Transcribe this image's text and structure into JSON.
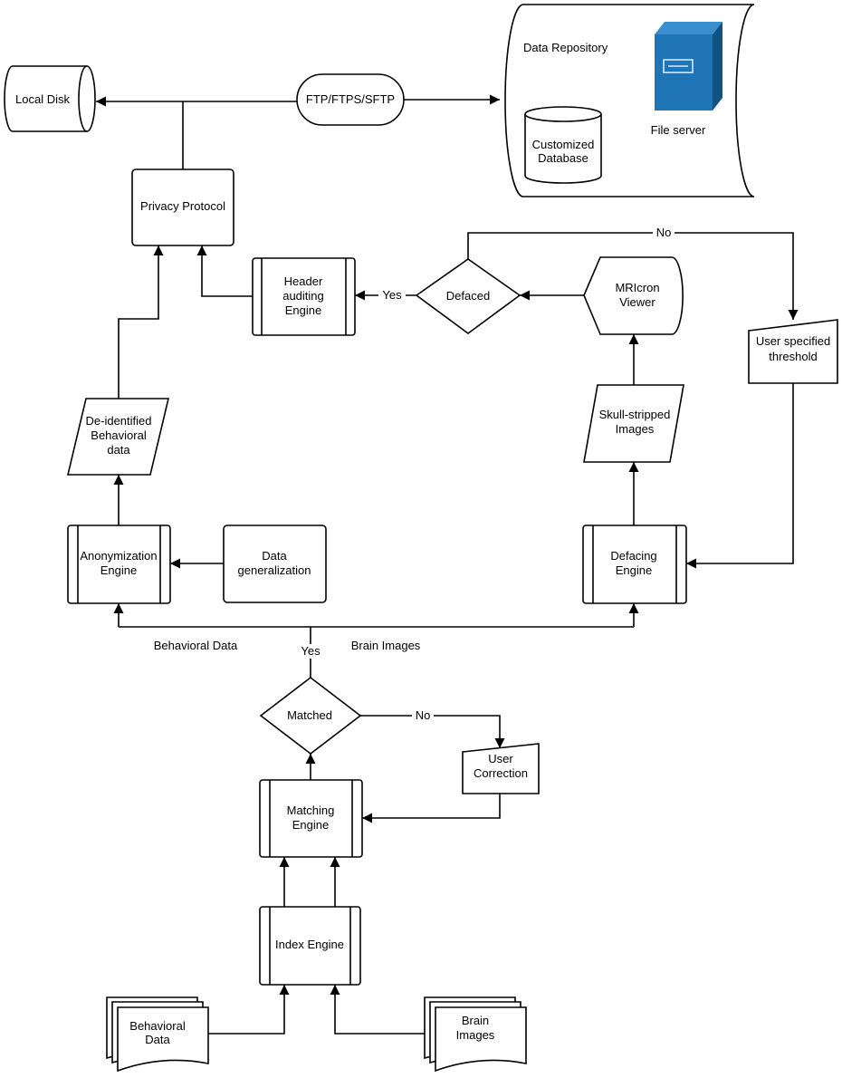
{
  "nodes": {
    "local_disk": "Local Disk",
    "ftp": "FTP/FTPS/SFTP",
    "repository_title": "Data Repository",
    "database": [
      "Customized",
      "Database"
    ],
    "file_server": "File server",
    "privacy_protocol": "Privacy Protocol",
    "header_auditing": [
      "Header",
      "auditing",
      "Engine"
    ],
    "defaced": "Defaced",
    "mricron": [
      "MRIcron",
      "Viewer"
    ],
    "user_threshold": [
      "User specified",
      "threshold"
    ],
    "deidentified": [
      "De-identified",
      "Behavioral",
      "data"
    ],
    "skull_stripped": [
      "Skull-stripped",
      "Images"
    ],
    "anonymization": [
      "Anonymization",
      "Engine"
    ],
    "data_generalization": [
      "Data",
      "generalization"
    ],
    "defacing": [
      "Defacing",
      "Engine"
    ],
    "matched": "Matched",
    "user_correction": [
      "User",
      "Correction"
    ],
    "matching": [
      "Matching",
      "Engine"
    ],
    "index": "Index Engine",
    "behavioral_docs": [
      "Behavioral",
      "Data"
    ],
    "brain_docs": [
      "Brain",
      "Images"
    ]
  },
  "edge_labels": {
    "yes_header": "Yes",
    "no_threshold": "No",
    "behavioral_data": "Behavioral Data",
    "brain_images": "Brain Images",
    "yes_matched": "Yes",
    "no_matched": "No"
  },
  "colors": {
    "server_fill": "#1f74b6",
    "server_dark": "#12527f",
    "stroke": "#000000"
  }
}
